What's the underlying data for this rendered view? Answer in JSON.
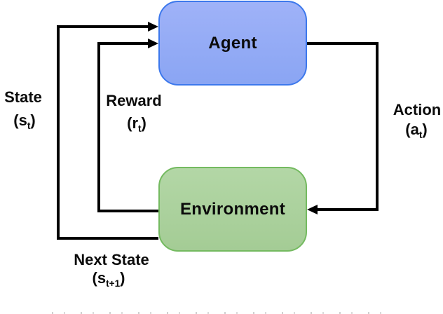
{
  "figure": {
    "type": "diagram",
    "subject": "reinforcement-learning agent-environment interaction loop",
    "nodes": {
      "agent": {
        "label": "Agent"
      },
      "environment": {
        "label": "Environment"
      }
    },
    "edges": {
      "state": {
        "name": "State",
        "sym_pre": "(s",
        "sym_sub": "t",
        "sym_post": ")"
      },
      "reward": {
        "name": "Reward",
        "sym_pre": "(r",
        "sym_sub": "t",
        "sym_post": ")"
      },
      "action": {
        "name": "Action",
        "sym_pre": "(a",
        "sym_sub": "t",
        "sym_post": ")"
      },
      "next_state": {
        "name": "Next State",
        "sym_pre": "(s",
        "sym_sub": "t+1",
        "sym_post": ")"
      }
    },
    "colors": {
      "agent_fill_top": "#9fb2f8",
      "agent_fill_bottom": "#8aa5f3",
      "agent_border": "#3c78ec",
      "environment_fill_top": "#b3d7a6",
      "environment_fill_bottom": "#a4cc95",
      "environment_border": "#74ba60",
      "line": "#000000"
    }
  }
}
